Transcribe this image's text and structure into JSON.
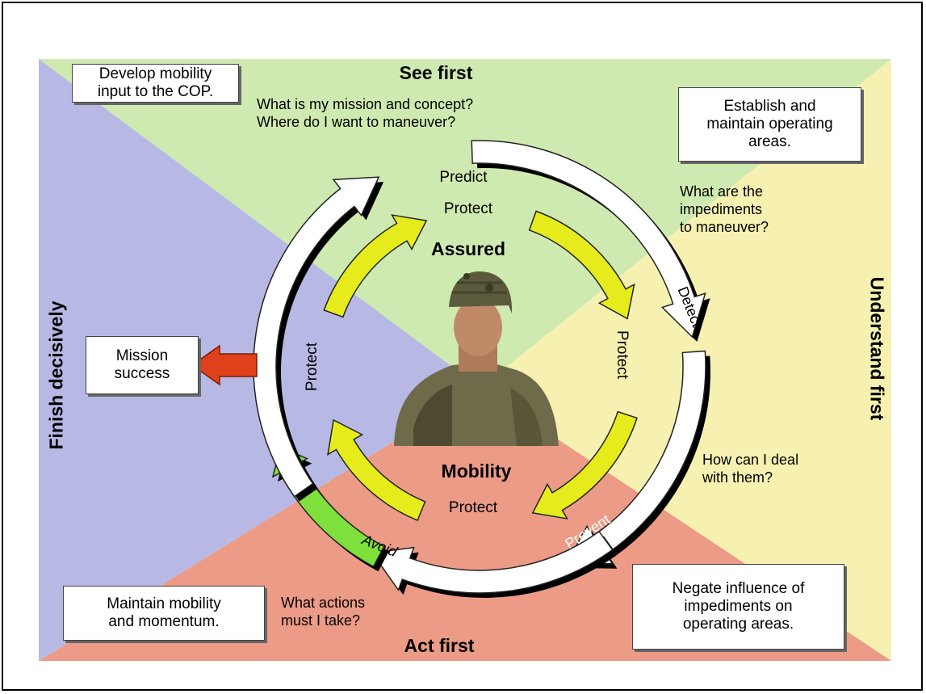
{
  "colors": {
    "top": "#cfeab0",
    "right": "#f6f1b0",
    "bottom": "#ec9b86",
    "left": "#b7b9e4",
    "outer_ring": "#ffffff",
    "inner_arrow": "#e6ec1c",
    "avoid_arrow": "#7ee03a",
    "success_arrow": "#e0401a"
  },
  "headings": {
    "top": "See first",
    "right": "Understand first",
    "bottom": "Act first",
    "left": "Finish decisively"
  },
  "boxes": {
    "top_left": "Develop mobility\ninput to the COP.",
    "top_right": "Establish and\nmaintain operating\nareas.",
    "bottom_left": "Maintain mobility\nand momentum.",
    "bottom_right": "Negate influence of\nimpediments on\noperating areas.",
    "mission": "Mission\nsuccess"
  },
  "questions": {
    "top": "What is my mission and concept?\nWhere do I want to maneuver?",
    "right_top": "What are the\nimpediments\nto maneuver?",
    "right_bottom": "How can I deal\nwith them?",
    "bottom": "What actions\nmust I take?"
  },
  "ring_labels": {
    "predict": "Predict",
    "detect": "Detect",
    "prevent": "Prevent",
    "avoid": "Avoid"
  },
  "inner_labels": {
    "protect_top": "Protect",
    "protect_right": "Protect",
    "protect_bottom": "Protect",
    "protect_left": "Protect",
    "assured": "Assured",
    "mobility": "Mobility"
  }
}
